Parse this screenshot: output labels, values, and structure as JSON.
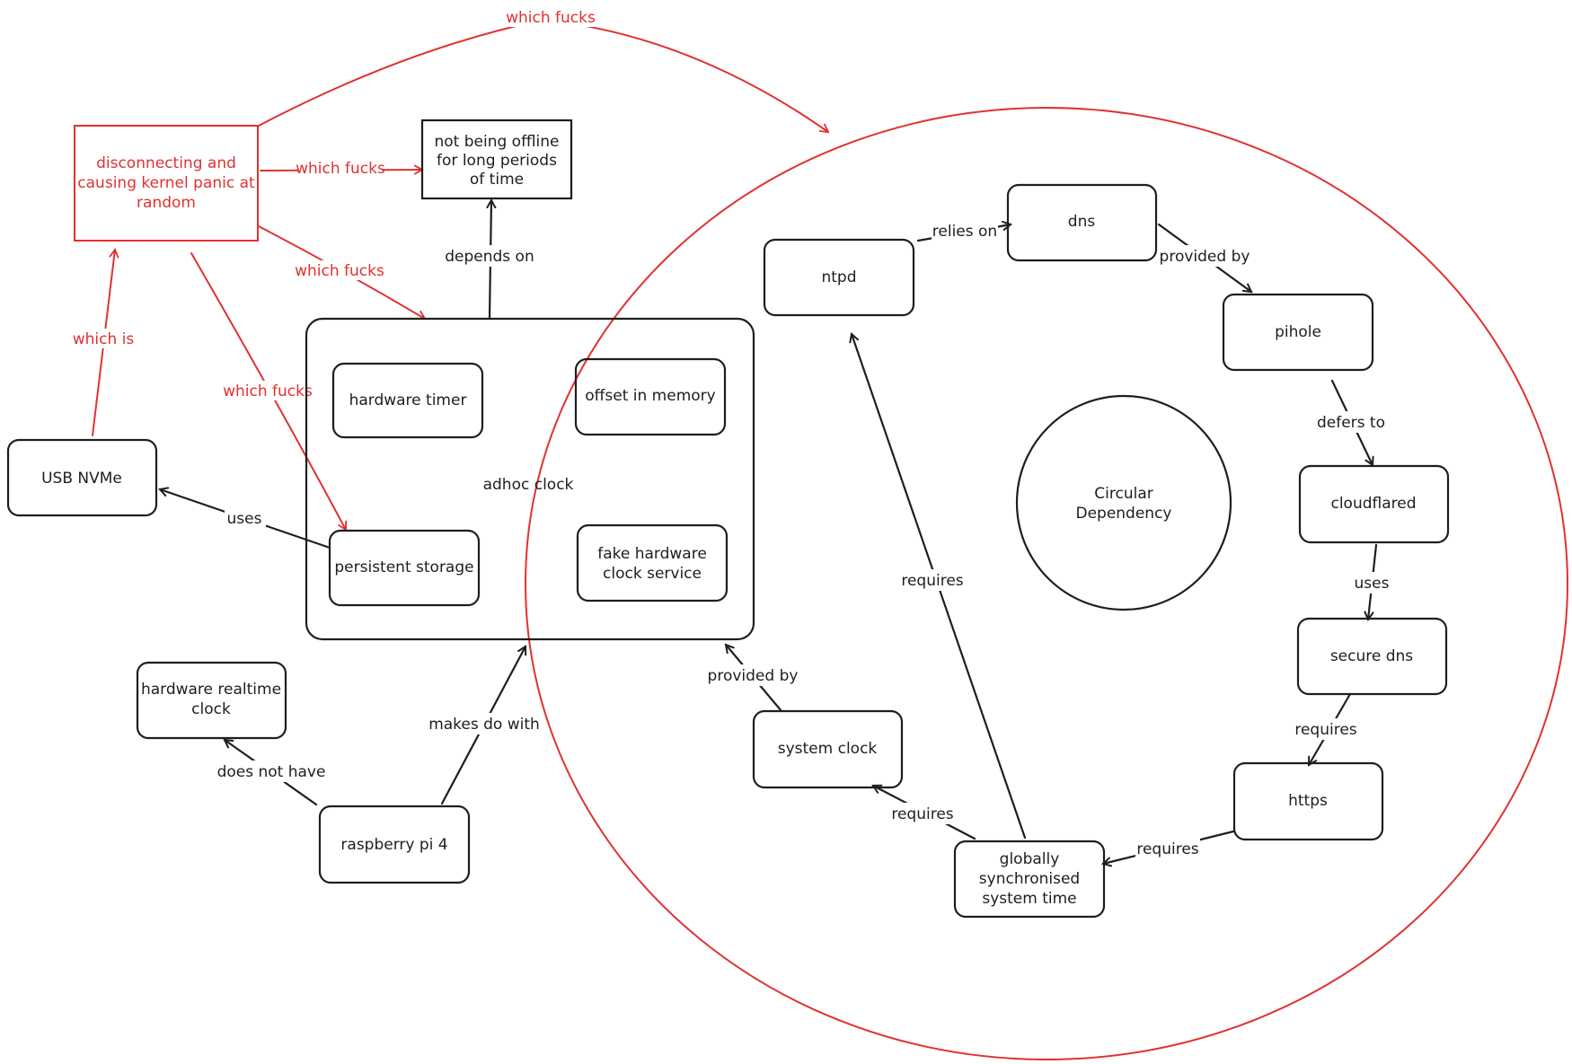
{
  "colors": {
    "ink": "#1e1e1e",
    "accent": "#e03131",
    "background": "#ffffff"
  },
  "nodes": {
    "not_offline": [
      "not being offline",
      "for long periods",
      "of time"
    ],
    "disconnecting": [
      "disconnecting and",
      "causing kernel panic at",
      "random"
    ],
    "usb_nvme": "USB NVMe",
    "adhoc_clock": "adhoc clock",
    "hardware_timer": "hardware timer",
    "offset_in_memory": "offset in memory",
    "persistent_storage": "persistent storage",
    "fake_hwclock": [
      "fake hardware",
      "clock service"
    ],
    "hardware_rtc": [
      "hardware realtime",
      "clock"
    ],
    "raspberry_pi": "raspberry pi 4",
    "ntpd": "ntpd",
    "dns": "dns",
    "pihole": "pihole",
    "cloudflared": "cloudflared",
    "secure_dns": "secure dns",
    "https": "https",
    "global_time": [
      "globally",
      "synchronised",
      "system time"
    ],
    "system_clock": "system clock",
    "circular": [
      "Circular",
      "Dependency"
    ]
  },
  "edges": {
    "depends_on": "depends on",
    "uses_nvme": "uses",
    "makes_do_with": "makes do with",
    "does_not_have": "does not have",
    "provided_by_sysclock": "provided by",
    "relies_on": "relies on",
    "provided_by_pihole": "provided by",
    "defers_to": "defers to",
    "uses_secure": "uses",
    "requires_https": "requires",
    "requires_global": "requires",
    "requires_sysclock": "requires",
    "requires_ntpd": "requires",
    "which_is": "which is",
    "which_fucks_offline": "which fucks",
    "which_fucks_adhoc": "which fucks",
    "which_fucks_storage": "which fucks",
    "which_fucks_circle": "which fucks"
  }
}
